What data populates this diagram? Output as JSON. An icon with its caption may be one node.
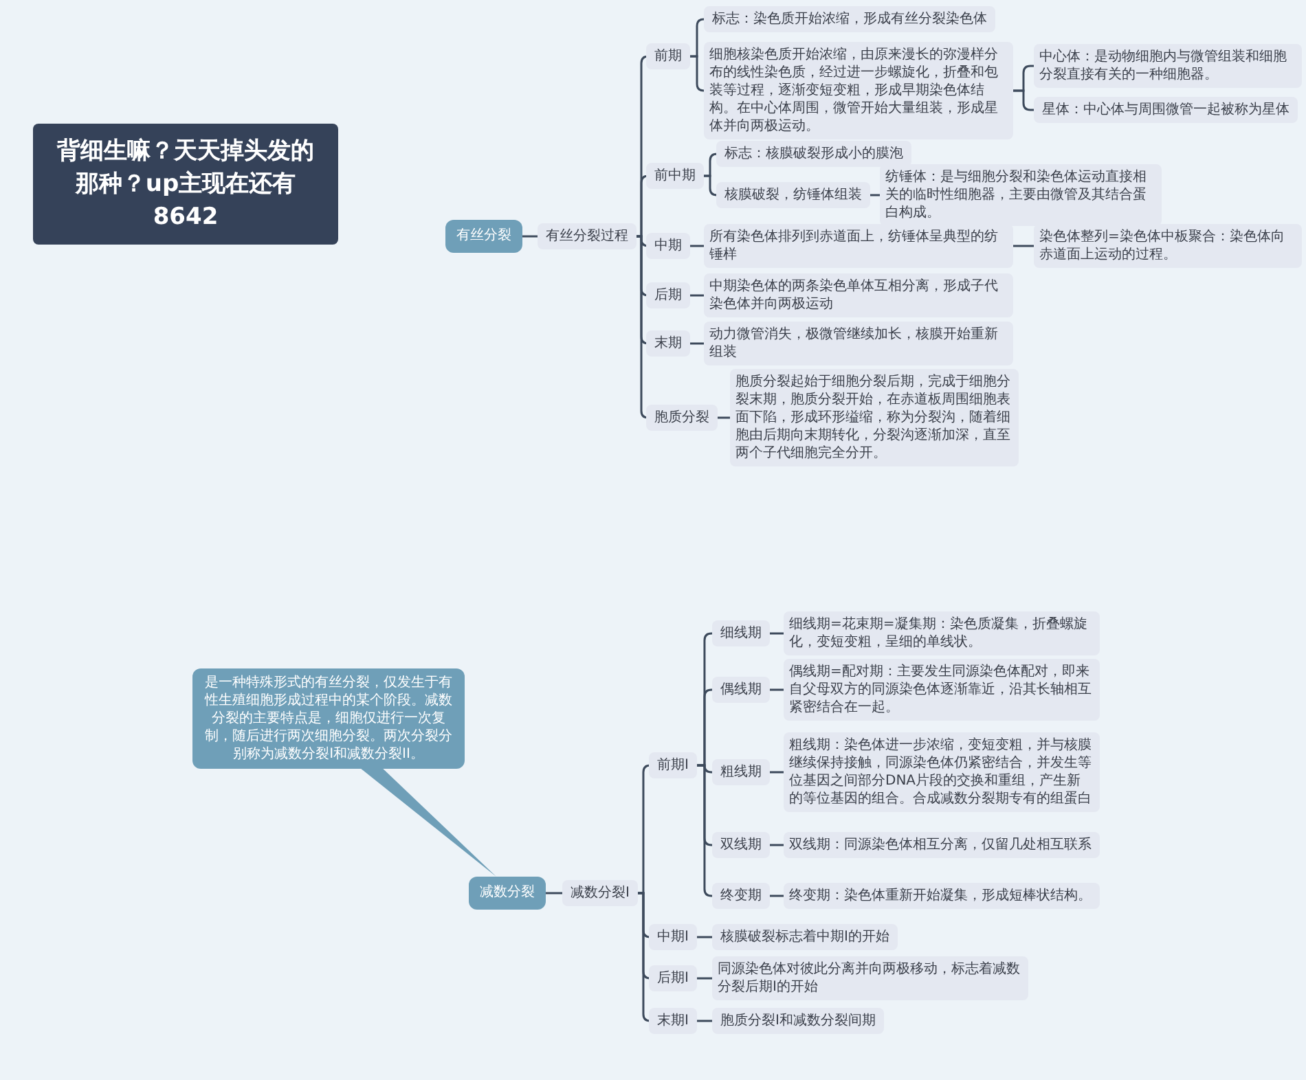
{
  "diagram": {
    "nodes": [
      {
        "text": [
          "背细生嘛？天天掉头发的那种？up主现在还有8642"
        ]
      },
      {
        "text": [
          "有丝分裂"
        ]
      },
      {
        "text": [
          "有丝分裂过程"
        ]
      },
      {
        "text": [
          "前期"
        ]
      },
      {
        "text": [
          "标志：染色质开始浓缩，形成有丝分裂染色体"
        ]
      },
      {
        "text": [
          "细胞核染色质开始浓缩，由原来漫长的弥漫样分布的线性染色质，经过进一步螺旋化，折叠和包装等过程，逐渐变短变粗，形成早期染色体结构。在中心体周围，微管开始大量组装，形成星体并向两极运动。"
        ]
      },
      {
        "text": [
          "中心体：是动物细胞内与微管组装和细胞分裂直接有关的一种细胞器。"
        ]
      },
      {
        "text": [
          "星体：中心体与周围微管一起被称为星体"
        ]
      },
      {
        "text": [
          "前中期"
        ]
      },
      {
        "text": [
          "标志：核膜破裂形成小的膜泡"
        ]
      },
      {
        "text": [
          "核膜破裂，纺锤体组装"
        ]
      },
      {
        "text": [
          "纺锤体：是与细胞分裂和染色体运动直接相关的临时性细胞器，主要由微管及其结合蛋白构成。"
        ]
      },
      {
        "text": [
          "中期"
        ]
      },
      {
        "text": [
          "所有染色体排列到赤道面上，纺锤体呈典型的纺锤样"
        ]
      },
      {
        "text": [
          "染色体整列=染色体中板聚合：染色体向赤道面上运动的过程。"
        ]
      },
      {
        "text": [
          "后期"
        ]
      },
      {
        "text": [
          "中期染色体的两条染色单体互相分离，形成子代染色体并向两极运动"
        ]
      },
      {
        "text": [
          "末期"
        ]
      },
      {
        "text": [
          "动力微管消失，极微管继续加长，核膜开始重新组装"
        ]
      },
      {
        "text": [
          "胞质分裂"
        ]
      },
      {
        "text": [
          "胞质分裂起始于细胞分裂后期，完成于细胞分裂末期，胞质分裂开始，在赤道板周围细胞表面下陷，形成环形缢缩，称为分裂沟，随着细胞由后期向末期转化，分裂沟逐渐加深，直至两个子代细胞完全分开。"
        ]
      },
      {
        "text": [
          "减数分裂"
        ]
      },
      {
        "text": [
          "是一种特殊形式的有丝分裂，仅发生于有性生殖细胞形成过程中的某个阶段。减数分裂的主要特点是，细胞仅进行一次复制，随后进行两次细胞分裂。两次分裂分别称为减数分裂I和减数分裂II。"
        ]
      },
      {
        "text": [
          "减数分裂I"
        ]
      },
      {
        "text": [
          "前期I"
        ]
      },
      {
        "text": [
          "细线期"
        ]
      },
      {
        "text": [
          "细线期=花束期=凝集期：染色质凝集，折叠螺旋化，变短变粗，呈细的单线状。"
        ]
      },
      {
        "text": [
          "偶线期"
        ]
      },
      {
        "text": [
          "偶线期=配对期：主要发生同源染色体配对，即来自父母双方的同源染色体逐渐靠近，沿其长轴相互紧密结合在一起。"
        ]
      },
      {
        "text": [
          "粗线期"
        ]
      },
      {
        "text": [
          "粗线期：染色体进一步浓缩，变短变粗，并与核膜继续保持接触，同源染色体仍紧密结合，并发生等位基因之间部分DNA片段的交换和重组，产生新的等位基因的组合。合成减数分裂期专有的组蛋白"
        ]
      },
      {
        "text": [
          "双线期"
        ]
      },
      {
        "text": [
          "双线期：同源染色体相互分离，仅留几处相互联系"
        ]
      },
      {
        "text": [
          "终变期"
        ]
      },
      {
        "text": [
          "终变期：染色体重新开始凝集，形成短棒状结构。"
        ]
      },
      {
        "text": [
          "中期I"
        ]
      },
      {
        "text": [
          "核膜破裂标志着中期I的开始"
        ]
      },
      {
        "text": [
          "后期I"
        ]
      },
      {
        "text": [
          "同源染色体对彼此分离并向两极移动，标志着减数分裂后期I的开始"
        ]
      },
      {
        "text": [
          "末期I"
        ]
      },
      {
        "text": [
          "胞质分裂I和减数分裂间期"
        ]
      }
    ],
    "edges": [
      {
        "from": 1,
        "to": 2,
        "arrow": "none"
      },
      {
        "from": 2,
        "to": 3,
        "arrow": "none"
      },
      {
        "from": 3,
        "to": 4,
        "arrow": "none"
      },
      {
        "from": 3,
        "to": 5,
        "arrow": "none"
      },
      {
        "from": 5,
        "to": 6,
        "arrow": "none"
      },
      {
        "from": 5,
        "to": 7,
        "arrow": "none"
      },
      {
        "from": 2,
        "to": 8,
        "arrow": "none"
      },
      {
        "from": 8,
        "to": 9,
        "arrow": "none"
      },
      {
        "from": 8,
        "to": 10,
        "arrow": "none"
      },
      {
        "from": 10,
        "to": 11,
        "arrow": "none"
      },
      {
        "from": 2,
        "to": 12,
        "arrow": "none"
      },
      {
        "from": 12,
        "to": 13,
        "arrow": "none"
      },
      {
        "from": 13,
        "to": 14,
        "arrow": "none"
      },
      {
        "from": 2,
        "to": 15,
        "arrow": "none"
      },
      {
        "from": 15,
        "to": 16,
        "arrow": "none"
      },
      {
        "from": 2,
        "to": 17,
        "arrow": "none"
      },
      {
        "from": 17,
        "to": 18,
        "arrow": "none"
      },
      {
        "from": 2,
        "to": 19,
        "arrow": "none"
      },
      {
        "from": 19,
        "to": 20,
        "arrow": "none"
      },
      {
        "from": 21,
        "to": 22,
        "arrow": "none"
      },
      {
        "from": 21,
        "to": 23,
        "arrow": "none"
      },
      {
        "from": 23,
        "to": 24,
        "arrow": "none"
      },
      {
        "from": 24,
        "to": 25,
        "arrow": "none"
      },
      {
        "from": 25,
        "to": 26,
        "arrow": "none"
      },
      {
        "from": 24,
        "to": 27,
        "arrow": "none"
      },
      {
        "from": 27,
        "to": 28,
        "arrow": "none"
      },
      {
        "from": 24,
        "to": 29,
        "arrow": "none"
      },
      {
        "from": 29,
        "to": 30,
        "arrow": "none"
      },
      {
        "from": 24,
        "to": 31,
        "arrow": "none"
      },
      {
        "from": 31,
        "to": 32,
        "arrow": "none"
      },
      {
        "from": 24,
        "to": 33,
        "arrow": "none"
      },
      {
        "from": 33,
        "to": 34,
        "arrow": "none"
      },
      {
        "from": 23,
        "to": 35,
        "arrow": "none"
      },
      {
        "from": 35,
        "to": 36,
        "arrow": "none"
      },
      {
        "from": 23,
        "to": 37,
        "arrow": "none"
      },
      {
        "from": 37,
        "to": 38,
        "arrow": "none"
      },
      {
        "from": 23,
        "to": 39,
        "arrow": "none"
      },
      {
        "from": 39,
        "to": 40,
        "arrow": "none"
      }
    ]
  }
}
